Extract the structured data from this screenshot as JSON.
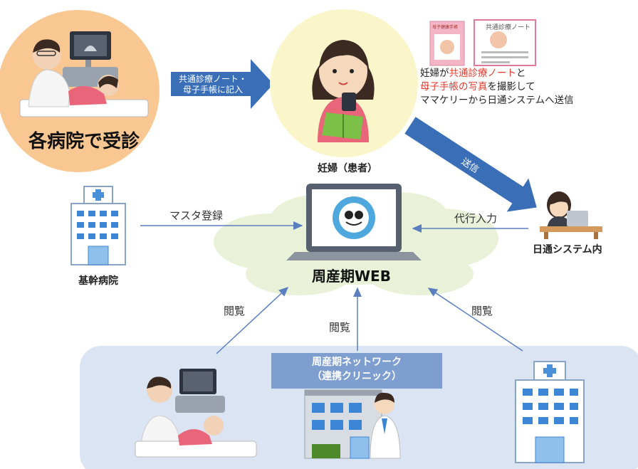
{
  "clinic_circle": {
    "caption": "各病院で受診"
  },
  "arrow_record": {
    "line1": "共通診療ノート・",
    "line2": "母子手帳に記入"
  },
  "patient": {
    "label": "妊婦（患者）"
  },
  "upload_note": {
    "line1_pre": "妊婦が",
    "line1_hl": "共通診療ノート",
    "line1_post": "と",
    "line2_hl": "母子手帳の写真",
    "line2_post": "を撮影して",
    "line3": "ママケリーから日通システムへ送信",
    "highlight_color": "#e8382c"
  },
  "arrow_send": {
    "label": "送信"
  },
  "nittsu": {
    "label": "日通システム内"
  },
  "base_hospital": {
    "label": "基幹病院"
  },
  "master_reg": {
    "label": "マスタ登録"
  },
  "proxy_input": {
    "label": "代行入力"
  },
  "web": {
    "label": "周産期WEB"
  },
  "view_labels": {
    "left": "閲覧",
    "center": "閲覧",
    "right": "閲覧"
  },
  "network": {
    "line1": "周産期ネットワーク",
    "line2": "（連携クリニック）"
  },
  "documents": {
    "techo_title": "母子健康手帳",
    "note_title": "共通診療ノート"
  },
  "colors": {
    "arrow_blue": "#3a6fb7",
    "panel": "#dbe4f2",
    "circle_orange": "#f9c792",
    "circle_yellow": "#fbf6c9",
    "cloud": "#e9f2d8"
  }
}
